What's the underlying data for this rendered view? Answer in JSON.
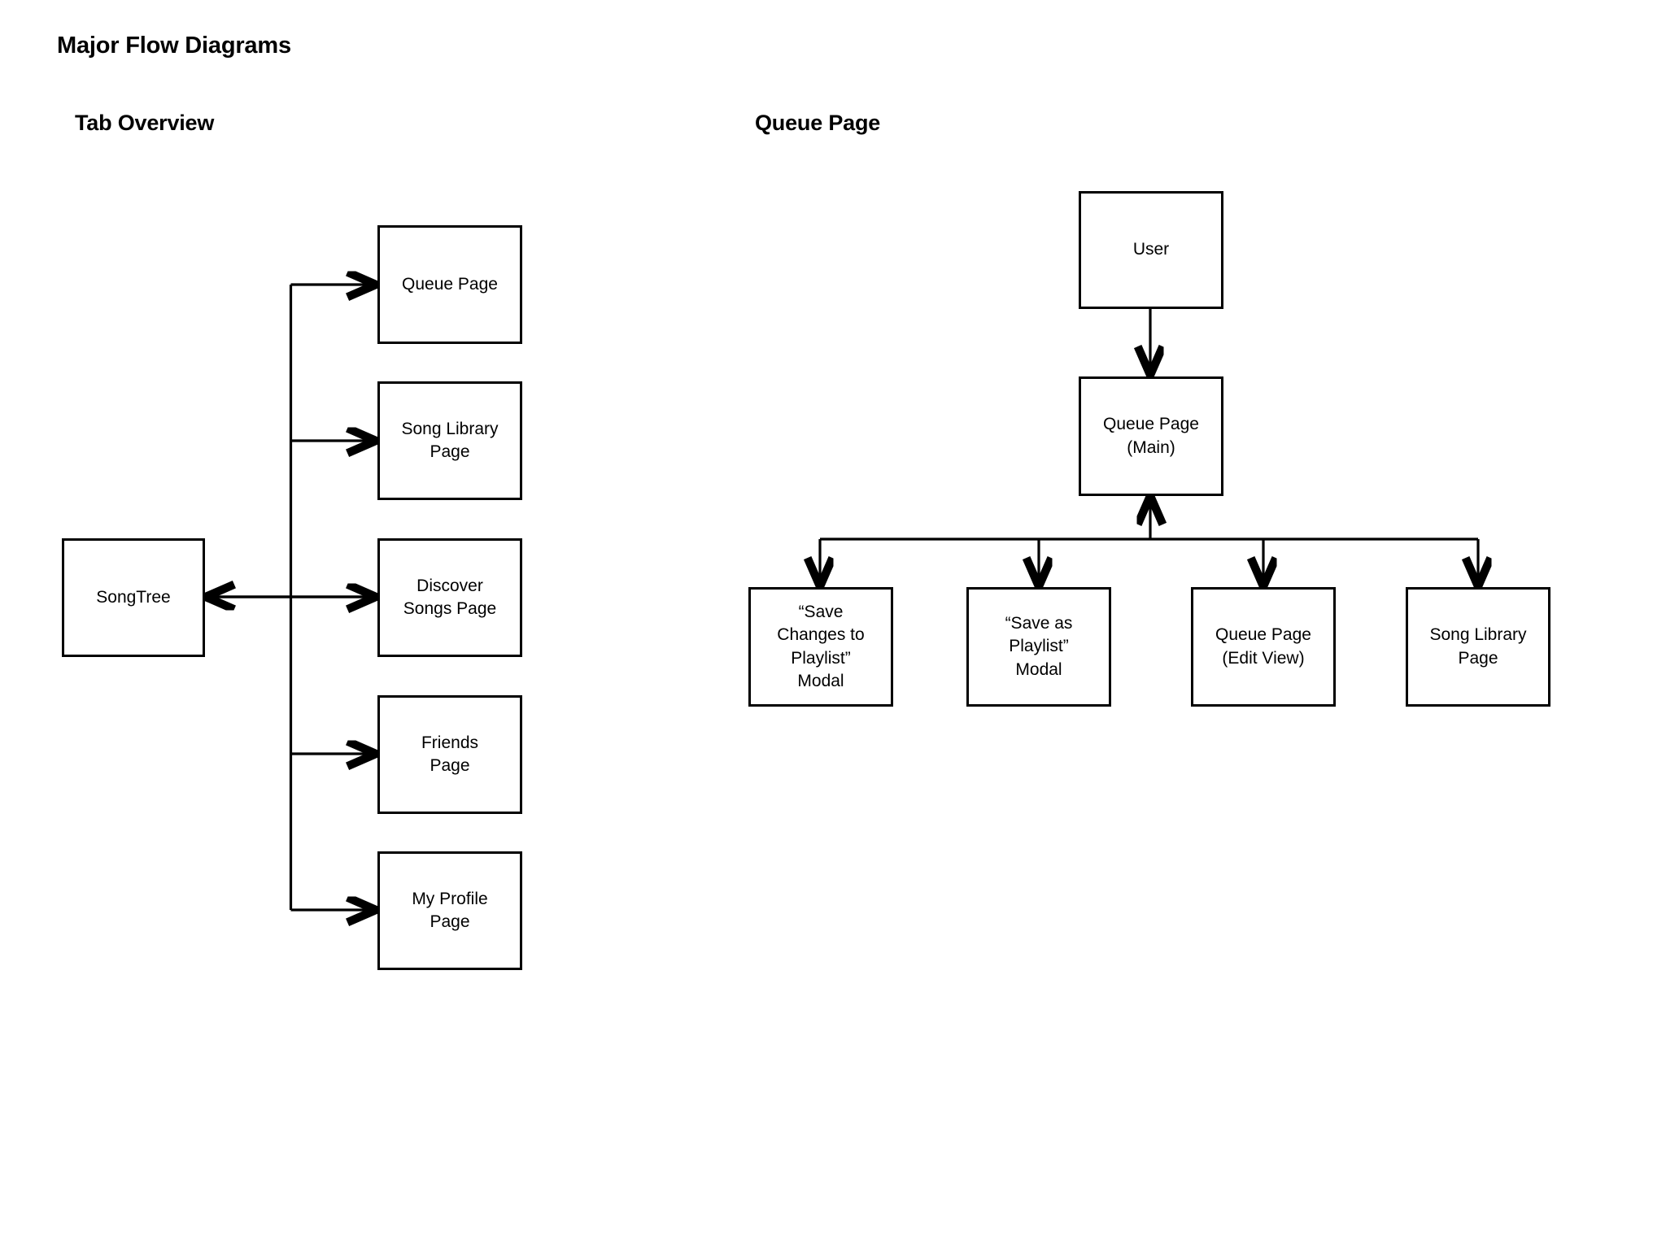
{
  "page": {
    "title": "Major Flow Diagrams",
    "background_color": "#ffffff",
    "line_color": "#000000",
    "text_color": "#000000"
  },
  "sections": [
    {
      "id": "tab-overview",
      "title": "Tab Overview"
    },
    {
      "id": "queue-page",
      "title": "Queue Page"
    }
  ],
  "diagram_left": {
    "title": "Tab Overview",
    "nodes": [
      {
        "id": "songtree",
        "label": "SongTree"
      },
      {
        "id": "queue-page",
        "label": "Queue Page"
      },
      {
        "id": "song-library",
        "label": "Song Library\nPage"
      },
      {
        "id": "discover",
        "label": "Discover\nSongs Page"
      },
      {
        "id": "friends",
        "label": "Friends\nPage"
      },
      {
        "id": "my-profile",
        "label": "My Profile\nPage"
      }
    ],
    "edges": [
      {
        "from": "songtree",
        "to": "queue-page",
        "type": "arrow"
      },
      {
        "from": "songtree",
        "to": "song-library",
        "type": "arrow"
      },
      {
        "from": "songtree",
        "to": "discover",
        "type": "bidirectional"
      },
      {
        "from": "songtree",
        "to": "friends",
        "type": "arrow"
      },
      {
        "from": "songtree",
        "to": "my-profile",
        "type": "arrow"
      }
    ]
  },
  "diagram_right": {
    "title": "Queue Page",
    "nodes": [
      {
        "id": "user",
        "label": "User"
      },
      {
        "id": "queue-main",
        "label": "Queue Page\n(Main)"
      },
      {
        "id": "save-changes",
        "label": "“Save\nChanges to\nPlaylist”\nModal"
      },
      {
        "id": "save-as-playlist",
        "label": "“Save as\nPlaylist”\nModal"
      },
      {
        "id": "queue-edit",
        "label": "Queue Page\n(Edit View)"
      },
      {
        "id": "song-library",
        "label": "Song Library\nPage"
      }
    ],
    "edges": [
      {
        "from": "user",
        "to": "queue-main",
        "type": "arrow"
      },
      {
        "from": "queue-main",
        "to": "save-changes",
        "type": "arrow"
      },
      {
        "from": "queue-main",
        "to": "save-as-playlist",
        "type": "arrow"
      },
      {
        "from": "queue-main",
        "to": "queue-edit",
        "type": "arrow"
      },
      {
        "from": "queue-main",
        "to": "song-library",
        "type": "arrow"
      },
      {
        "from": "bus",
        "to": "queue-main",
        "type": "arrow-up"
      }
    ]
  }
}
